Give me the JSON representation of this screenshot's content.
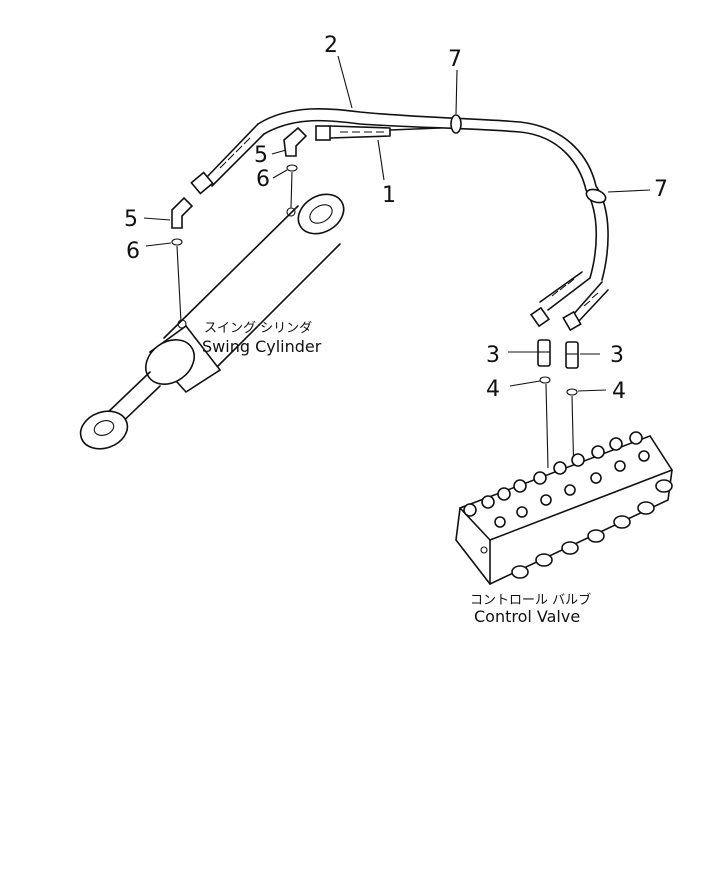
{
  "callouts": {
    "c1": "1",
    "c2": "2",
    "c3_left": "3",
    "c3_right": "3",
    "c4_left": "4",
    "c4_right": "4",
    "c5_upper": "5",
    "c5_lower": "5",
    "c6_upper": "6",
    "c6_lower": "6",
    "c7_top": "7",
    "c7_right": "7"
  },
  "labels": {
    "swing_cylinder_jp": "スイング シリンダ",
    "swing_cylinder_en": "Swing Cylinder",
    "control_valve_jp": "コントロール バルブ",
    "control_valve_en": "Control Valve"
  }
}
